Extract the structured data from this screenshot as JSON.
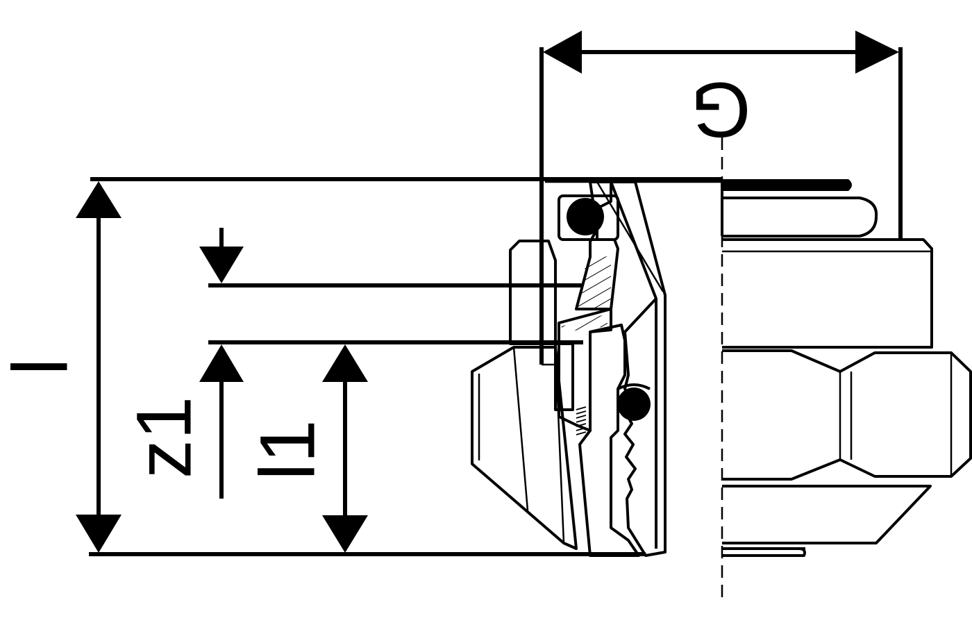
{
  "drawing": {
    "labels": {
      "g": "G",
      "l": "l",
      "z1": "z1",
      "l1": "l1"
    },
    "colors": {
      "line": "#000000",
      "background": "#ffffff"
    }
  }
}
